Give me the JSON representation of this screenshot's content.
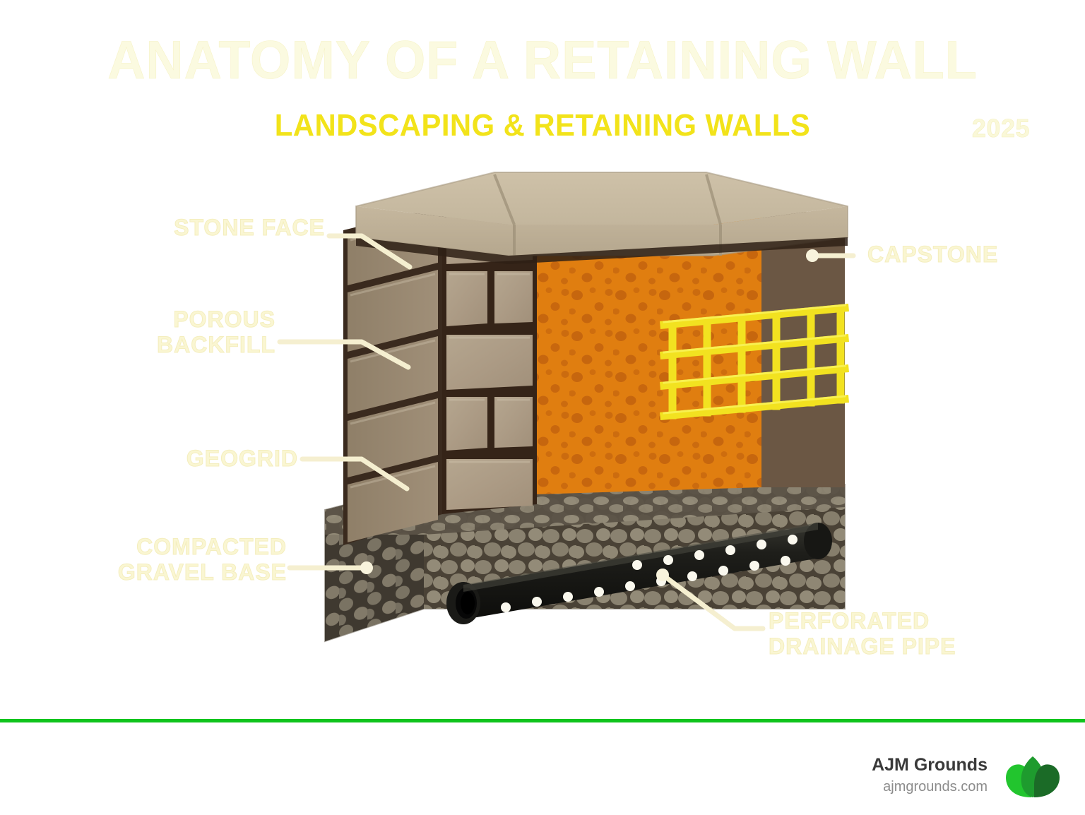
{
  "header": {
    "title": "ANATOMY OF A RETAINING WALL",
    "subtitle": "LANDSCAPING & RETAINING WALLS",
    "year": "2025",
    "title_color": "#FBFAE0",
    "subtitle_color": "#F2E31A"
  },
  "diagram": {
    "subject": "retaining-wall-cutaway",
    "labels": [
      {
        "id": "stone-face",
        "text": "STONE FACE",
        "side": "left"
      },
      {
        "id": "porous-backfill",
        "text": "POROUS\nBACKFILL",
        "side": "left"
      },
      {
        "id": "geogrid",
        "text": "GEOGRID",
        "side": "left"
      },
      {
        "id": "compacted-gravel",
        "text": "COMPACTED\nGRAVEL BASE",
        "side": "left"
      },
      {
        "id": "capstone",
        "text": "CAPSTONE",
        "side": "right"
      },
      {
        "id": "perforated-pipe",
        "text": "PERFORATED\nDRAINAGE PIPE",
        "side": "right"
      }
    ],
    "colors": {
      "capstone_top": "#C9BCA3",
      "capstone_face": "#BFB199",
      "stone_block": "#AC9B85",
      "stone_side": "#98886F",
      "mortar": "#3A2A1E",
      "backfill_orange": "#E07E10",
      "backfill_dot": "#C2620E",
      "soil_brown": "#6B5744",
      "geogrid_yellow": "#F2E220",
      "gravel_dark": "#4A4236",
      "gravel_pebble": "#8A8270",
      "gravel_side": "#9A9079",
      "pipe_black": "#1C1C1C",
      "pipe_hole": "#FAF8EE",
      "leader_line": "#F5EFD0"
    }
  },
  "footer": {
    "brand_name": "AJM Grounds",
    "brand_url": "ajmgrounds.com",
    "divider_color": "#0FC41C",
    "logo_colors": {
      "left": "#22C52E",
      "center": "#1E9B2E",
      "right": "#1B6B27"
    }
  }
}
